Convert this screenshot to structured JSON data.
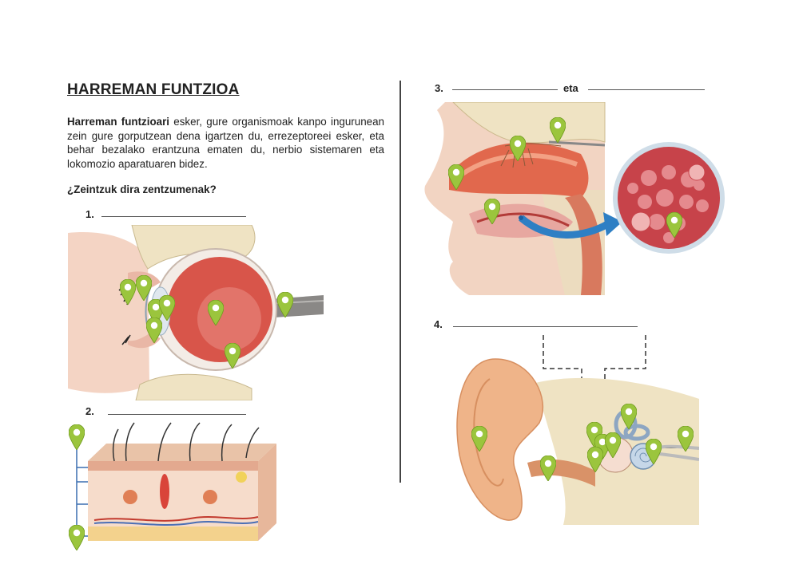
{
  "title": "HARREMAN FUNTZIOA",
  "intro": {
    "bold_lead": "Harreman funtzioari",
    "text": " esker, gure organismoak kanpo ingurunean zein gure gorputzean dena igartzen du, errezeptoreei esker, eta behar bezalako erantzuna ematen du, nerbio sistemaren eta lokomozio aparatuaren bidez."
  },
  "question": "¿Zeintzuk dira zentzumenak?",
  "items": [
    {
      "number": "1."
    },
    {
      "number": "2."
    },
    {
      "number": "3.",
      "connector": "eta"
    },
    {
      "number": "4."
    }
  ],
  "figures": {
    "eye": "eye-cross-section",
    "skin": "skin-cross-section",
    "nose": "nose-and-mouth-cross-section",
    "ear": "ear-cross-section"
  },
  "colors": {
    "pin": "#9bc53d",
    "pin_dark": "#6f9a1f",
    "eyeball": "#d8554a",
    "skin_tone": "#f1c9ae",
    "bone": "#efe3c3",
    "arrow": "#2e7fc4"
  }
}
